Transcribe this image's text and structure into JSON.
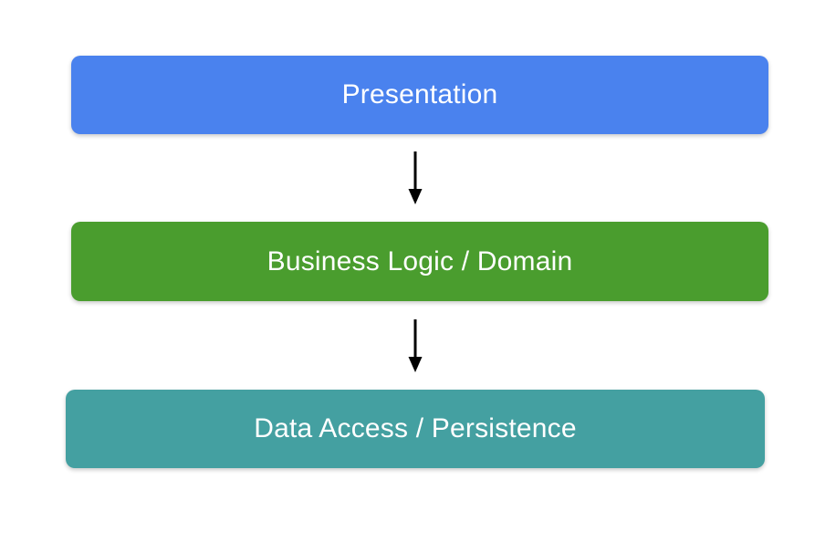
{
  "diagram": {
    "background_color": "#ffffff",
    "arrow_color": "#000000",
    "layers": [
      {
        "label": "Presentation",
        "color": "#4a82ee",
        "text_color": "#ffffff"
      },
      {
        "label": "Business Logic / Domain",
        "color": "#4a9d2e",
        "text_color": "#ffffff"
      },
      {
        "label": "Data Access / Persistence",
        "color": "#44a0a1",
        "text_color": "#ffffff"
      }
    ]
  }
}
